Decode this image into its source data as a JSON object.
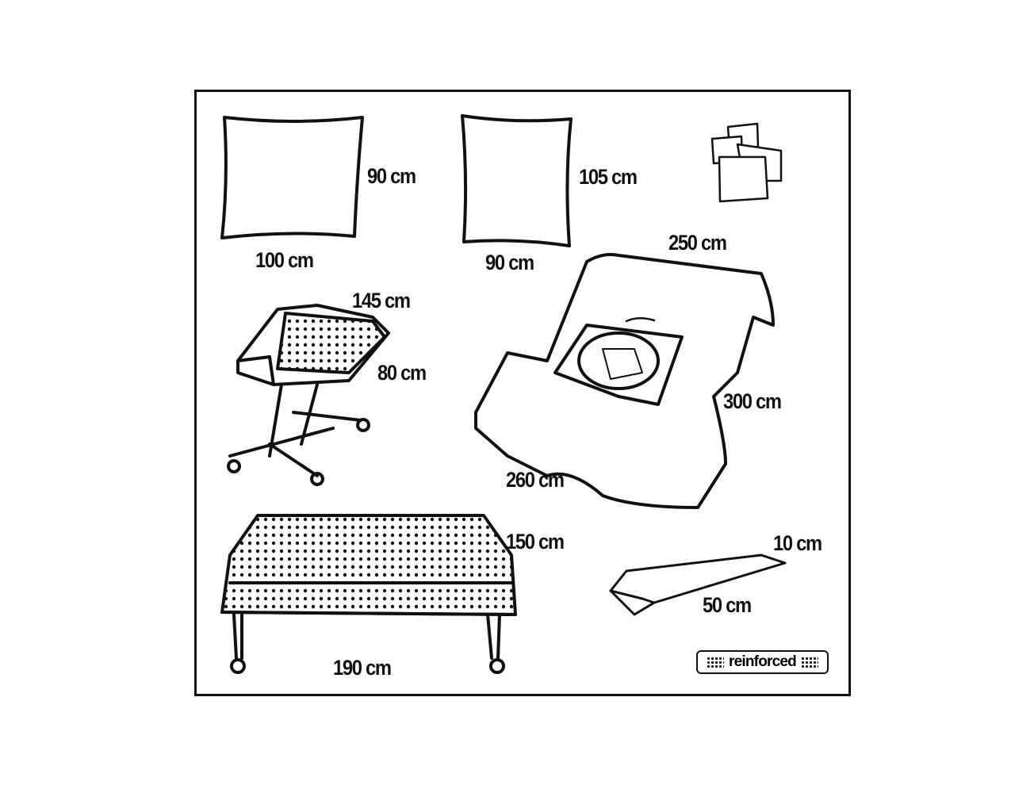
{
  "items": [
    {
      "name": "square-drape",
      "dims": [
        "90 cm",
        "100 cm"
      ]
    },
    {
      "name": "rectangular-drape",
      "dims": [
        "105 cm",
        "90 cm"
      ]
    },
    {
      "name": "towels",
      "dims": []
    },
    {
      "name": "mayo-stand-cover",
      "dims": [
        "145 cm",
        "80 cm"
      ]
    },
    {
      "name": "perineal-drape",
      "dims": [
        "250 cm",
        "300 cm",
        "260 cm"
      ]
    },
    {
      "name": "table-cover",
      "dims": [
        "150 cm",
        "190 cm"
      ]
    },
    {
      "name": "tape-strip",
      "dims": [
        "10 cm",
        "50 cm"
      ]
    }
  ],
  "legend": {
    "label": "reinforced"
  }
}
